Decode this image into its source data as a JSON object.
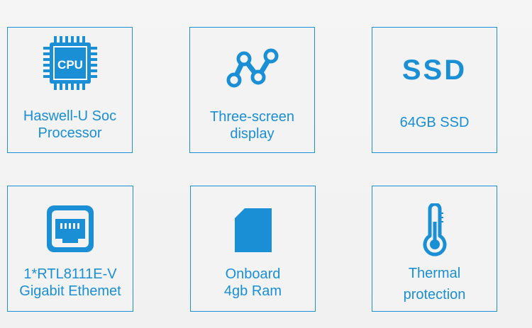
{
  "colors": {
    "accent": "#1a8fd6",
    "background": "#f3f3f3"
  },
  "cards": [
    {
      "icon": "cpu-chip-icon",
      "chip_text": "CPU",
      "lines": [
        "Haswell-U Soc",
        "Processor"
      ]
    },
    {
      "icon": "line-graph-icon",
      "lines": [
        "Three-screen",
        "display"
      ]
    },
    {
      "icon": "ssd-text-icon",
      "icon_text": "SSD",
      "lines": [
        "64GB SSD"
      ]
    },
    {
      "icon": "ethernet-port-icon",
      "lines": [
        "1*RTL8111E-V",
        "Gigabit Ethemet"
      ]
    },
    {
      "icon": "memory-card-icon",
      "lines": [
        "Onboard",
        "4gb Ram"
      ]
    },
    {
      "icon": "thermometer-icon",
      "lines": [
        "Thermal",
        "protection"
      ]
    }
  ]
}
